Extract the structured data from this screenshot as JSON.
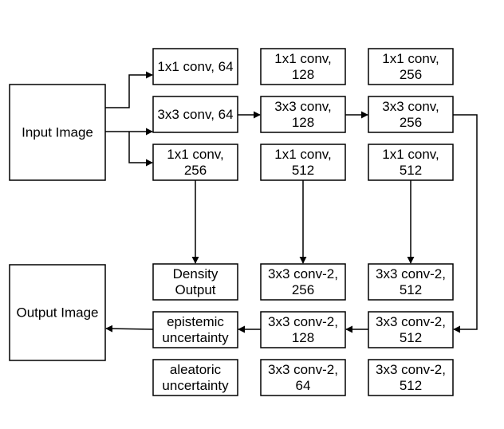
{
  "nodes": {
    "input_image": [
      "Input Image"
    ],
    "output_image": [
      "Output Image"
    ],
    "c1_1x1_64": [
      "1x1 conv, 64"
    ],
    "c1_3x3_64": [
      "3x3 conv, 64"
    ],
    "c1_1x1_256": [
      "1x1 conv,",
      "256"
    ],
    "c2_1x1_128": [
      "1x1 conv,",
      "128"
    ],
    "c2_3x3_128": [
      "3x3 conv,",
      "128"
    ],
    "c2_1x1_512": [
      "1x1 conv,",
      "512"
    ],
    "c3_1x1_256": [
      "1x1 conv,",
      "256"
    ],
    "c3_3x3_256": [
      "3x3 conv,",
      "256"
    ],
    "c3_1x1_512": [
      "1x1 conv,",
      "512"
    ],
    "density_output": [
      "Density",
      "Output"
    ],
    "epistemic": [
      "epistemic",
      "uncertainty"
    ],
    "aleatoric": [
      "aleatoric",
      "uncertainty"
    ],
    "d2_conv2_256": [
      "3x3 conv-2,",
      "256"
    ],
    "d2_conv2_128": [
      "3x3 conv-2,",
      "128"
    ],
    "d2_conv2_64": [
      "3x3 conv-2,",
      "64"
    ],
    "d3_conv2_512a": [
      "3x3 conv-2,",
      "512"
    ],
    "d3_conv2_512b": [
      "3x3 conv-2,",
      "512"
    ],
    "d3_conv2_512c": [
      "3x3 conv-2,",
      "512"
    ]
  }
}
